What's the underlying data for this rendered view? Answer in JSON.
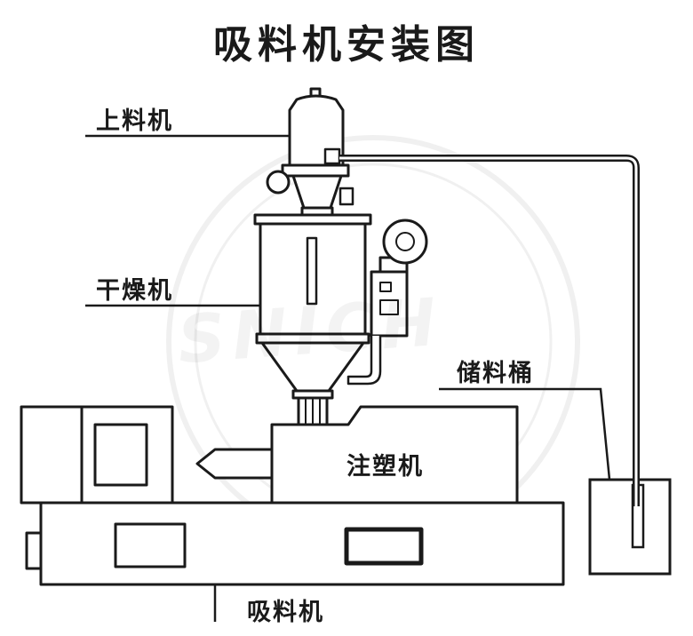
{
  "title": "吸料机安装图",
  "labels": {
    "loader": "上料机",
    "dryer": "干燥机",
    "storage_bin": "储料桶",
    "injection_machine": "注塑机",
    "bottom": "吸料机"
  },
  "watermark": "SNICH",
  "colors": {
    "line": "#1a1a1a",
    "background": "#ffffff"
  }
}
